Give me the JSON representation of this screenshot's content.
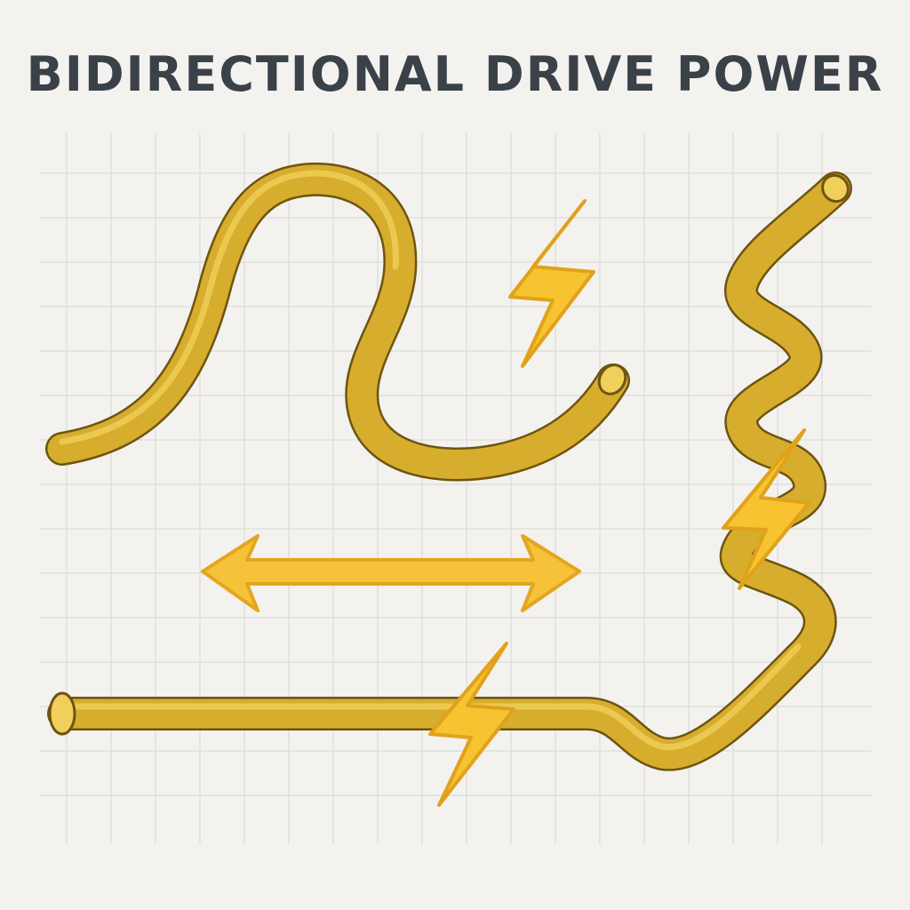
{
  "title": "BIDIRECTIONAL DRIVE POWER",
  "colors": {
    "background": "#f3f2ee",
    "grid": "#dcdcd8",
    "title": "#3a4148",
    "wire_fill": "#d7ad2e",
    "wire_highlight": "#f2d35c",
    "wire_outline": "#6e5410",
    "bolt_fill": "#f7c331",
    "bolt_outline": "#e0a21a",
    "arrow_fill": "#f5c23a",
    "arrow_outline": "#e5a51e"
  },
  "icons": [
    "wavy-wire",
    "zigzag-wire",
    "straight-wire",
    "lightning-bolt-icon",
    "double-headed-arrow-icon"
  ]
}
